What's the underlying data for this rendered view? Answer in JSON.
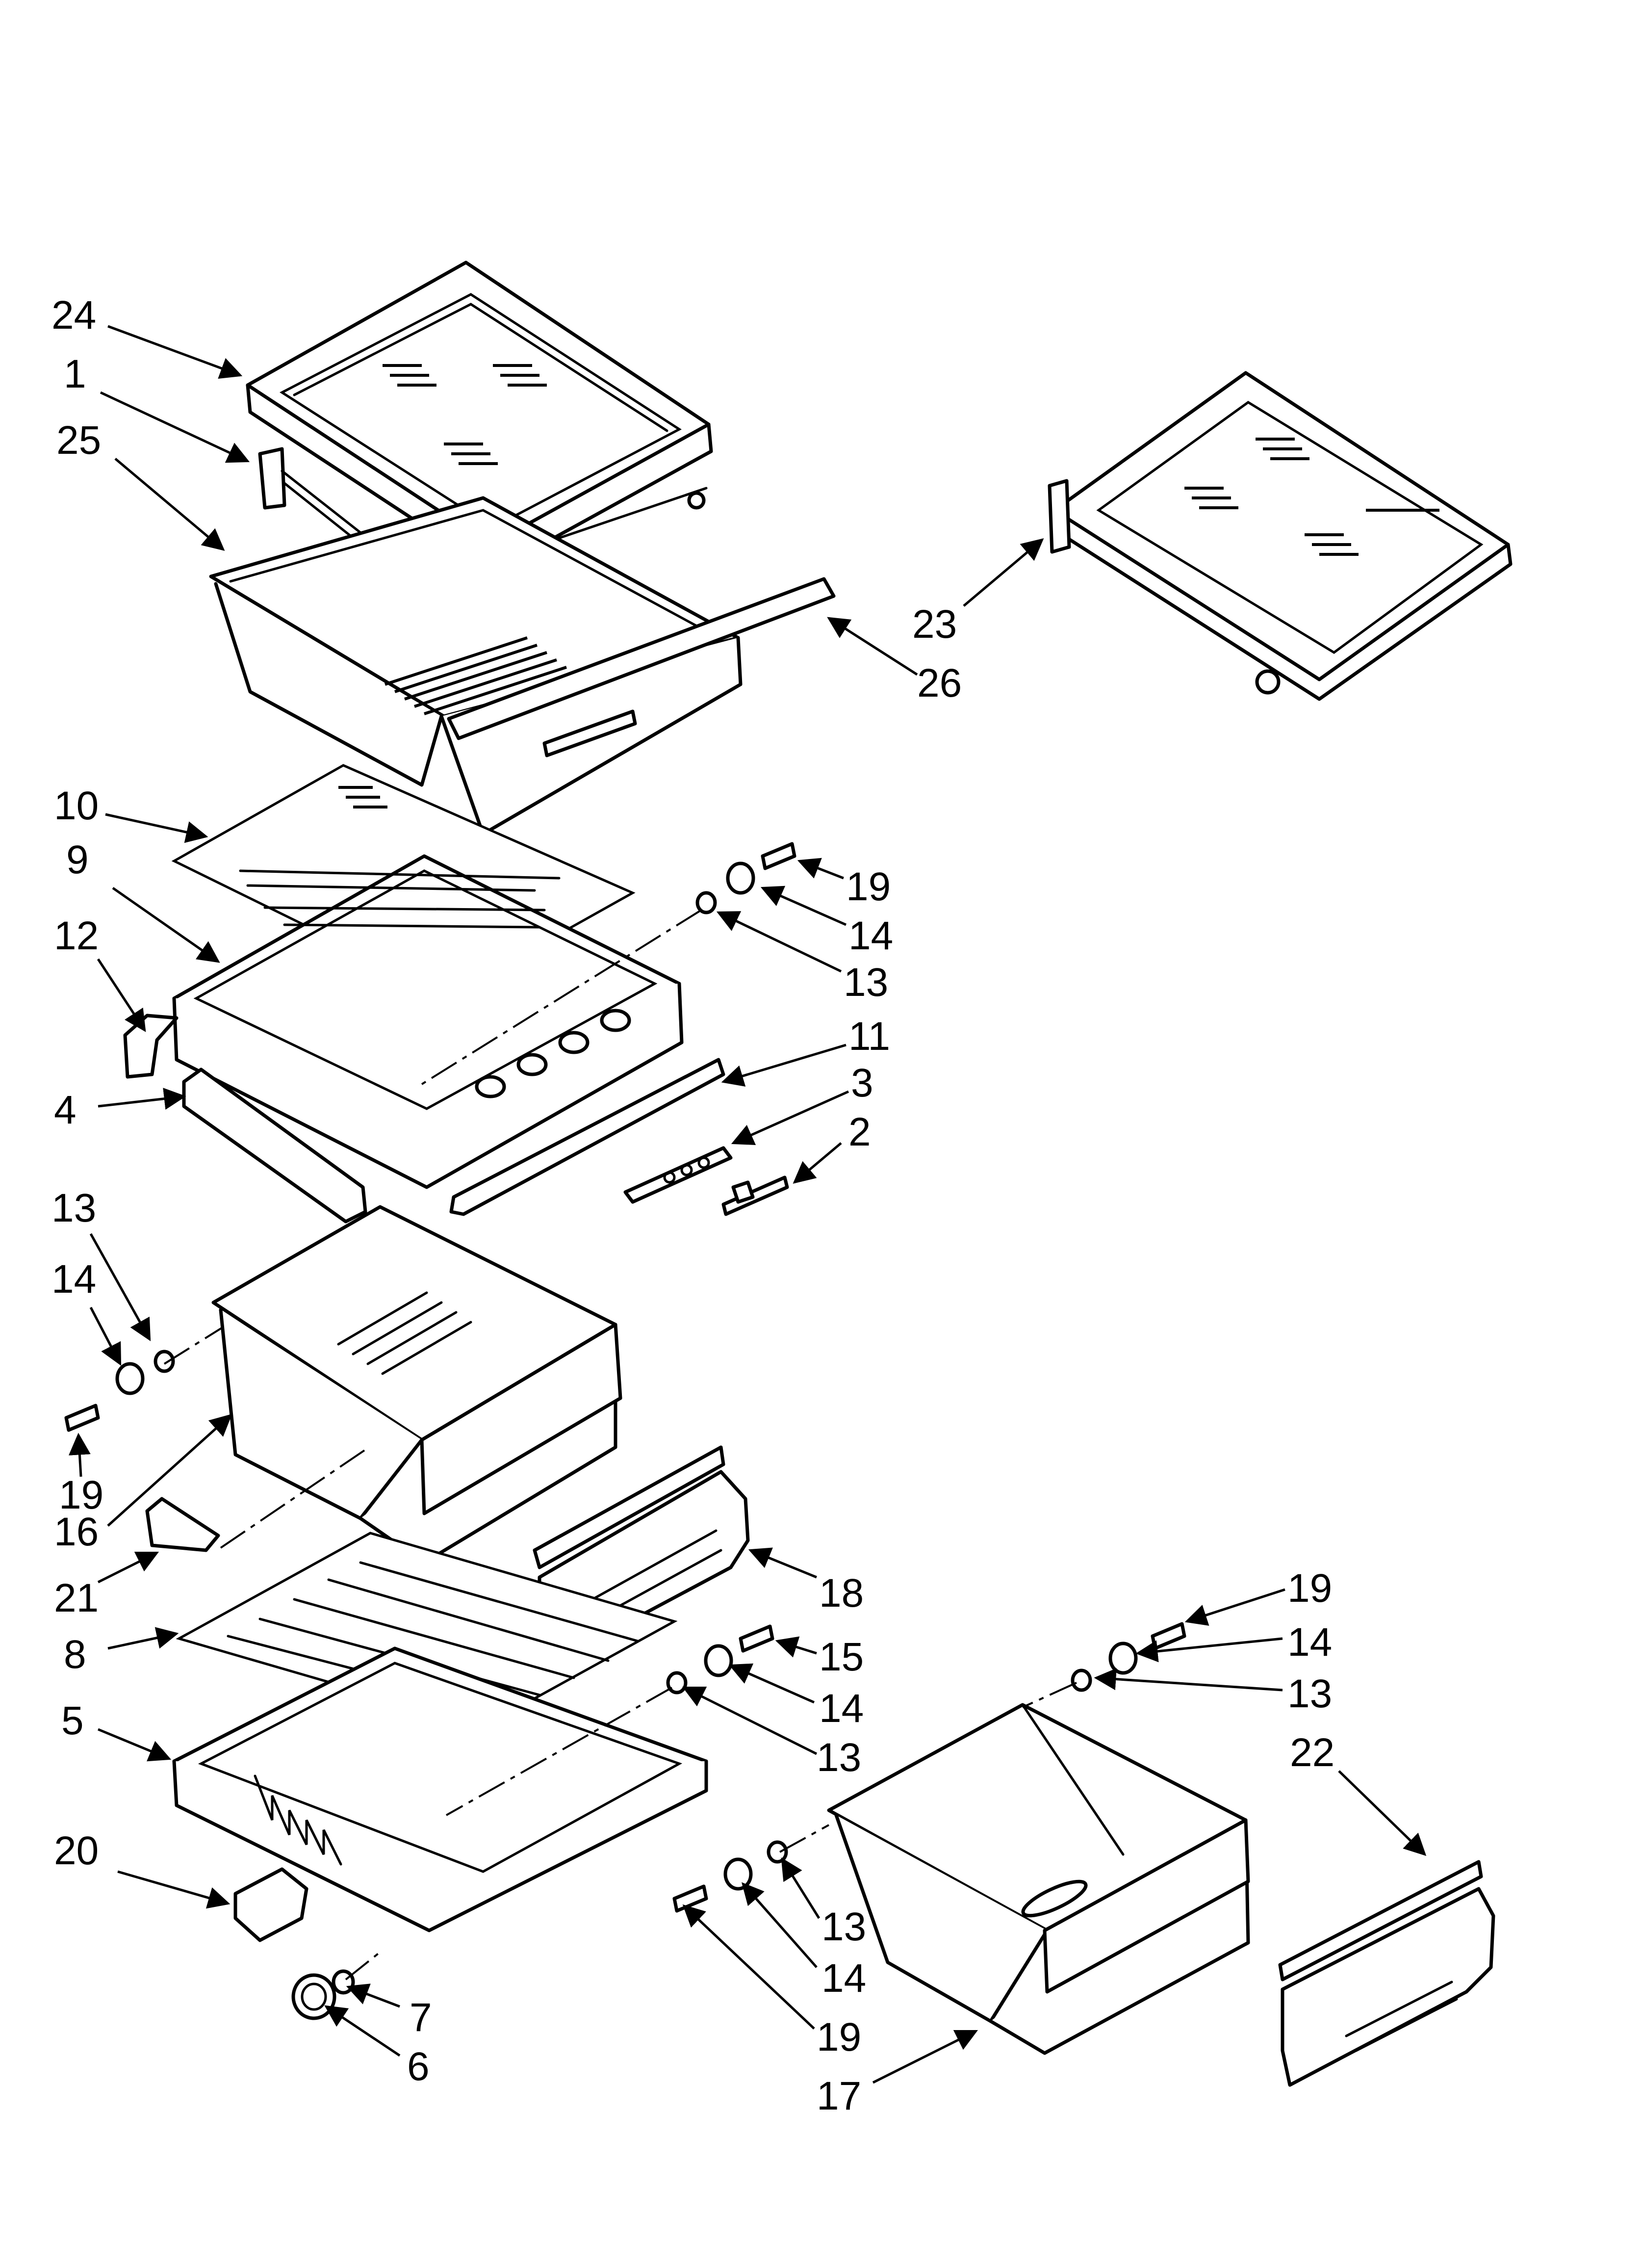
{
  "callouts": [
    {
      "id": "c24a",
      "text": "24"
    },
    {
      "id": "c1",
      "text": "1"
    },
    {
      "id": "c25",
      "text": "25"
    },
    {
      "id": "c23",
      "text": "23"
    },
    {
      "id": "c26",
      "text": "26"
    },
    {
      "id": "c10",
      "text": "10"
    },
    {
      "id": "c9",
      "text": "9"
    },
    {
      "id": "c12",
      "text": "12"
    },
    {
      "id": "c19a",
      "text": "19"
    },
    {
      "id": "c14a",
      "text": "14"
    },
    {
      "id": "c13a",
      "text": "13"
    },
    {
      "id": "c11",
      "text": "11"
    },
    {
      "id": "c3",
      "text": "3"
    },
    {
      "id": "c2",
      "text": "2"
    },
    {
      "id": "c4",
      "text": "4"
    },
    {
      "id": "c13b",
      "text": "13"
    },
    {
      "id": "c14b",
      "text": "14"
    },
    {
      "id": "c19b",
      "text": "19"
    },
    {
      "id": "c16",
      "text": "16"
    },
    {
      "id": "c21",
      "text": "21"
    },
    {
      "id": "c18",
      "text": "18"
    },
    {
      "id": "c19c",
      "text": "19"
    },
    {
      "id": "c14c",
      "text": "14"
    },
    {
      "id": "c13c",
      "text": "13"
    },
    {
      "id": "c22",
      "text": "22"
    },
    {
      "id": "c8",
      "text": "8"
    },
    {
      "id": "c15",
      "text": "15"
    },
    {
      "id": "c14d",
      "text": "14"
    },
    {
      "id": "c13d",
      "text": "13"
    },
    {
      "id": "c5",
      "text": "5"
    },
    {
      "id": "c20",
      "text": "20"
    },
    {
      "id": "c13e",
      "text": "13"
    },
    {
      "id": "c14e",
      "text": "14"
    },
    {
      "id": "c19d",
      "text": "19"
    },
    {
      "id": "c7",
      "text": "7"
    },
    {
      "id": "c6",
      "text": "6"
    },
    {
      "id": "c17",
      "text": "17"
    }
  ]
}
